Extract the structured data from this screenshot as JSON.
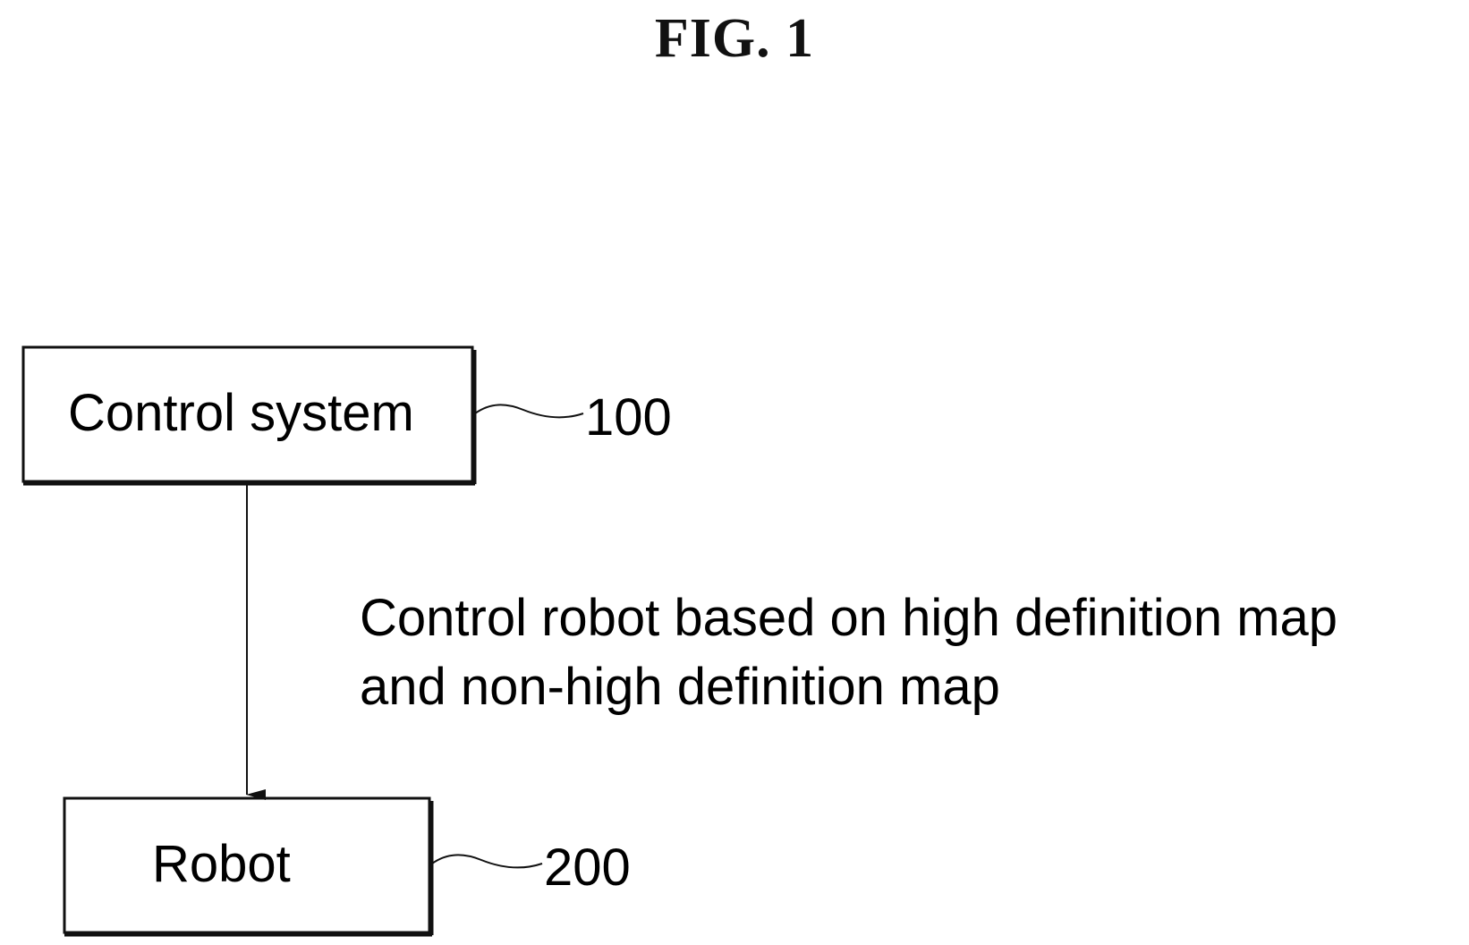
{
  "figure": {
    "title": "FIG. 1"
  },
  "blocks": {
    "control_system": {
      "label": "Control system",
      "ref": "100"
    },
    "robot": {
      "label": "Robot",
      "ref": "200"
    }
  },
  "edge": {
    "line1": "Control robot based on high definition map",
    "line2": "and non-high definition map"
  },
  "colors": {
    "stroke": "#111111",
    "background": "#ffffff"
  }
}
